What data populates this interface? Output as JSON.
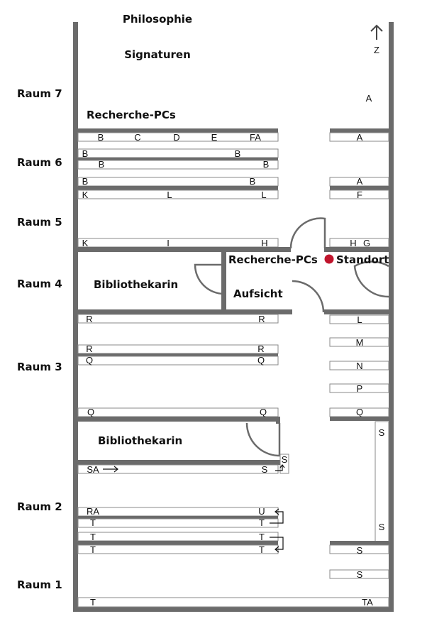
{
  "header": {
    "title": "Philosophie",
    "subtitle": "Signaturen"
  },
  "north": {
    "label": "Z"
  },
  "rooms": [
    "Raum 7",
    "Raum 6",
    "Raum 5",
    "Raum 4",
    "Raum 3",
    "Raum 2",
    "Raum 1"
  ],
  "areas": {
    "recherche_top": "Recherche-PCs",
    "recherche_mid": "Recherche-PCs",
    "standort": "Standort",
    "bibliothekarin_top": "Bibliothekarin",
    "aufsicht": "Aufsicht",
    "bibliothekarin_bottom": "Bibliothekarin"
  },
  "standort_color": "#c0142c",
  "codes": {
    "r7_right": "A",
    "row1": [
      "B",
      "C",
      "D",
      "E",
      "FA"
    ],
    "row1_right": "A",
    "row2": [
      "B",
      "B"
    ],
    "row3": [
      "B",
      "B"
    ],
    "row4": [
      "B",
      "B"
    ],
    "row4_right": "A",
    "row5": [
      "K",
      "L",
      "L"
    ],
    "row5_right": "F",
    "row6": [
      "K",
      "I",
      "H"
    ],
    "row6_right": [
      "H",
      "G"
    ],
    "row7": [
      "R",
      "R"
    ],
    "row7_right": "L",
    "row8_right": "M",
    "row9": [
      "R",
      "R"
    ],
    "row10": [
      "Q",
      "Q"
    ],
    "row10_right": "N",
    "row11_right": "P",
    "row12": [
      "Q",
      "Q"
    ],
    "row12_right": "Q",
    "col_right": [
      "S",
      "S"
    ],
    "sa_row": [
      "SA",
      "S"
    ],
    "s_box": "S",
    "row13": [
      "RA",
      "U"
    ],
    "row14": [
      "T",
      "T"
    ],
    "row15": [
      "T",
      "T"
    ],
    "row16": [
      "T",
      "T"
    ],
    "row16_right": "S",
    "row17_right": "S",
    "row18": [
      "T",
      "TA"
    ]
  }
}
